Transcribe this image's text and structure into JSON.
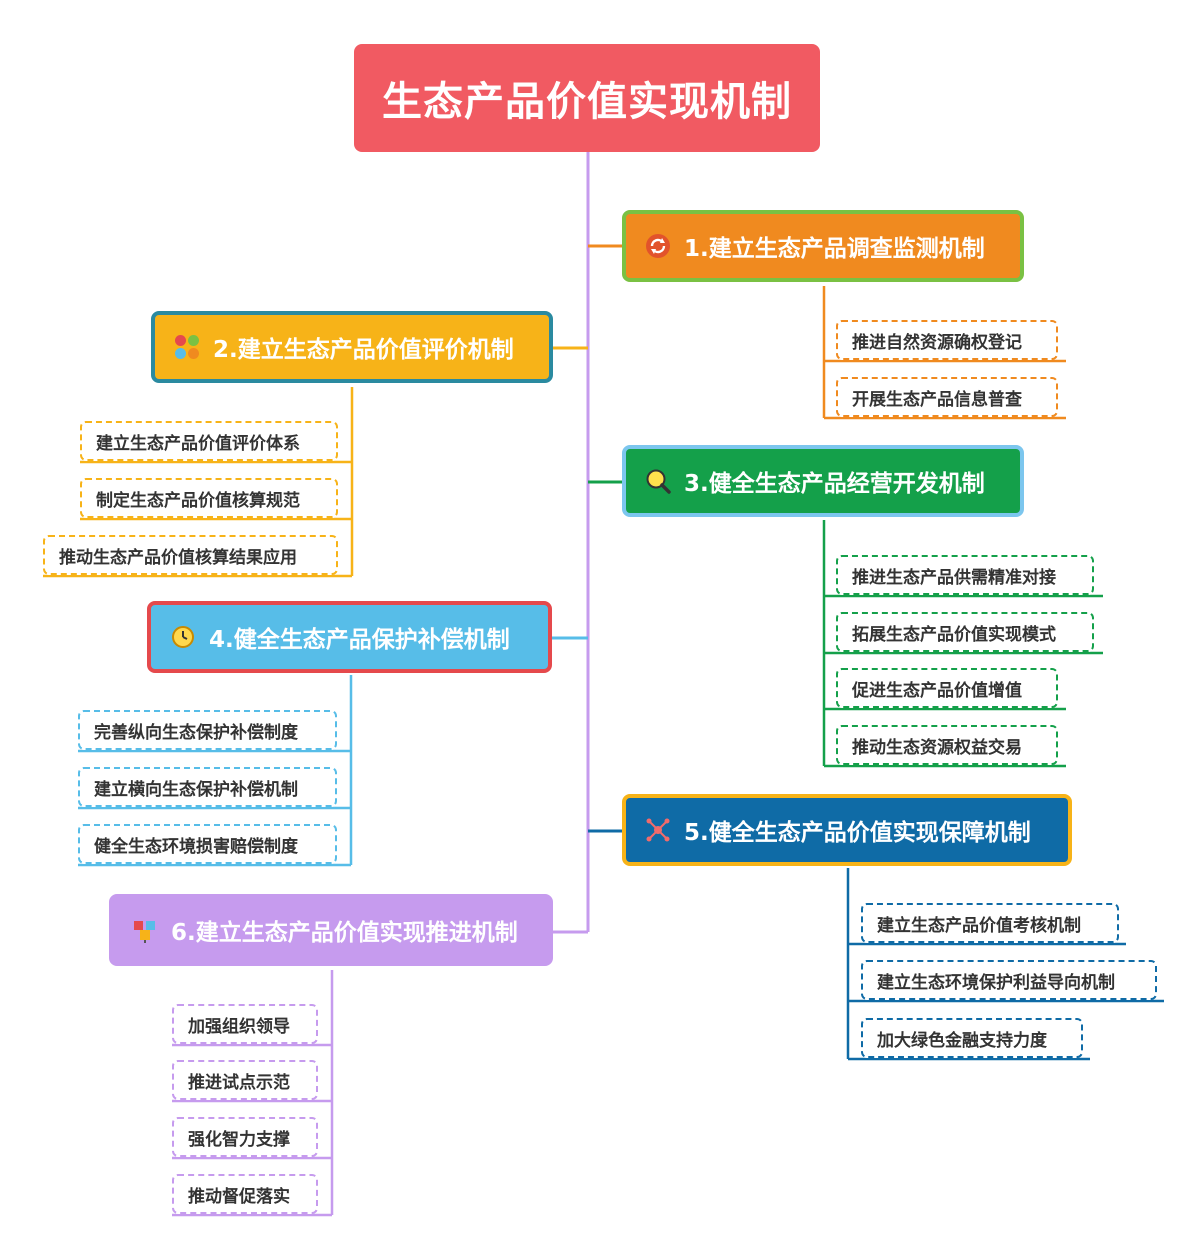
{
  "title": "生态产品价值实现机制",
  "branches": [
    {
      "label": "1.建立生态产品调查监测机制",
      "icon": "refresh-icon",
      "color": "#f08a1f",
      "items": [
        "推进自然资源确权登记",
        "开展生态产品信息普查"
      ]
    },
    {
      "label": "2.建立生态产品价值评价机制",
      "icon": "grid-icon",
      "color": "#f7b318",
      "items": [
        "建立生态产品价值评价体系",
        "制定生态产品价值核算规范",
        "推动生态产品价值核算结果应用"
      ]
    },
    {
      "label": "3.健全生态产品经营开发机制",
      "icon": "magnifier-icon",
      "color": "#14a04a",
      "items": [
        "推进生态产品供需精准对接",
        "拓展生态产品价值实现模式",
        "促进生态产品价值增值",
        "推动生态资源权益交易"
      ]
    },
    {
      "label": "4.健全生态产品保护补偿机制",
      "icon": "clock-icon",
      "color": "#57bde8",
      "items": [
        "完善纵向生态保护补偿制度",
        "建立横向生态保护补偿机制",
        "健全生态环境损害赔偿制度"
      ]
    },
    {
      "label": "5.健全生态产品价值实现保障机制",
      "icon": "network-icon",
      "color": "#0f6ba6",
      "items": [
        "建立生态产品价值考核机制",
        "建立生态环境保护利益导向机制",
        "加大绿色金融支持力度"
      ]
    },
    {
      "label": "6.建立生态产品价值实现推进机制",
      "icon": "cubes-icon",
      "color": "#c69bee",
      "items": [
        "加强组织领导",
        "推进试点示范",
        "强化智力支撑",
        "推动督促落实"
      ]
    }
  ],
  "colors": {
    "root": "#f15a62",
    "trunk": "#c69bee"
  }
}
